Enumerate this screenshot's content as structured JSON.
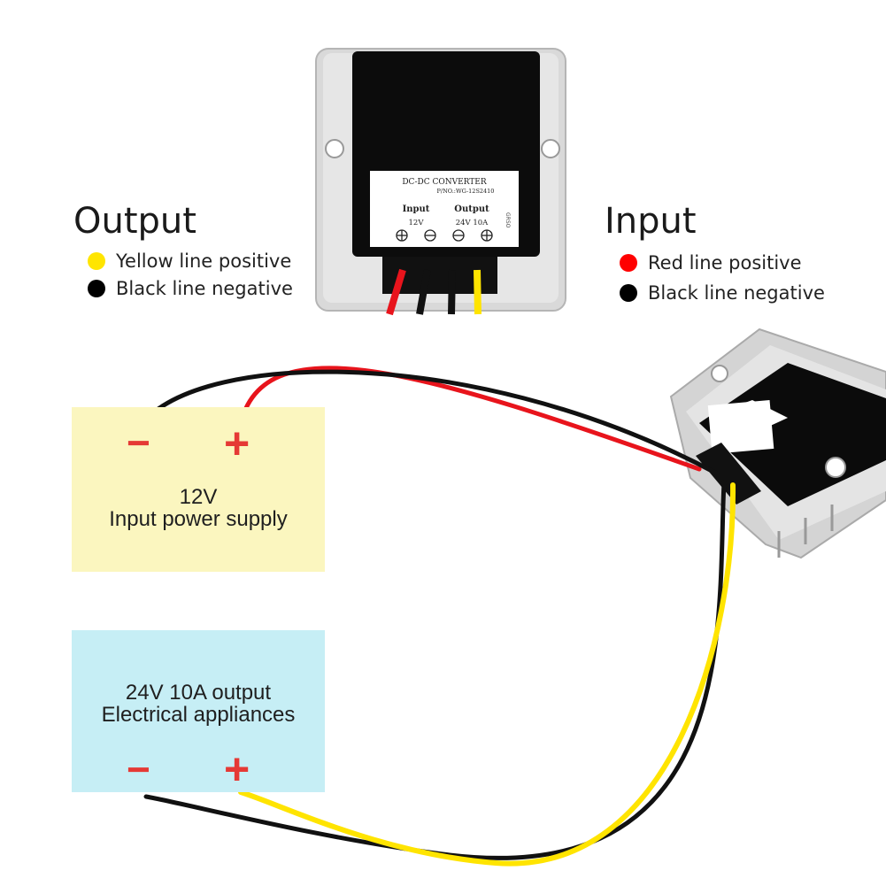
{
  "output_legend": {
    "heading": "Output",
    "items": [
      {
        "label": "Yellow line positive",
        "color": "#ffe500"
      },
      {
        "label": "Black line negative",
        "color": "#000000"
      }
    ]
  },
  "input_legend": {
    "heading": "Input",
    "items": [
      {
        "label": "Red line positive",
        "color": "#ff0000"
      },
      {
        "label": "Black line negative",
        "color": "#000000"
      }
    ]
  },
  "device_label": {
    "title": "DC-DC CONVERTER",
    "part_no": "P/NO.:WG-12S2410",
    "input_text": "Input",
    "input_voltage": "12V",
    "output_text": "Output",
    "output_rating": "24V 10A",
    "side_code": "GRSO"
  },
  "input_box": {
    "minus": "−",
    "plus": "+",
    "line1": "12V",
    "line2": "Input power supply",
    "color": "#fbf6bf"
  },
  "output_box": {
    "line1": "24V 10A output",
    "line2": "Electrical appliances",
    "minus": "−",
    "plus": "+",
    "color": "#c6eef5"
  },
  "colors": {
    "wire_red": "#e8141c",
    "wire_black": "#111111",
    "wire_yellow": "#ffe400",
    "sign_red": "#e53935"
  }
}
